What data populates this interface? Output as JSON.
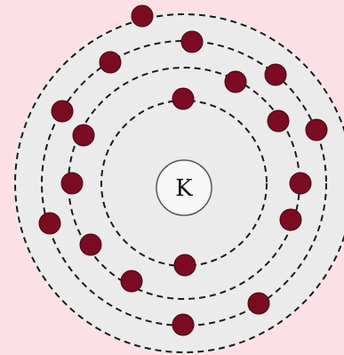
{
  "diagram": {
    "type": "bohr-atom-model",
    "element_symbol": "K",
    "electrons_per_shell": [
      2,
      8,
      8,
      1
    ],
    "colors": {
      "background": "#fde0e6",
      "atom_fill": "#ebebeb",
      "orbit_stroke": "#1a1a1a",
      "electron_fill": "#7b0a23",
      "electron_stroke": "#4a0515",
      "nucleus_fill": "#f7f7f7",
      "nucleus_stroke": "#555555"
    }
  }
}
